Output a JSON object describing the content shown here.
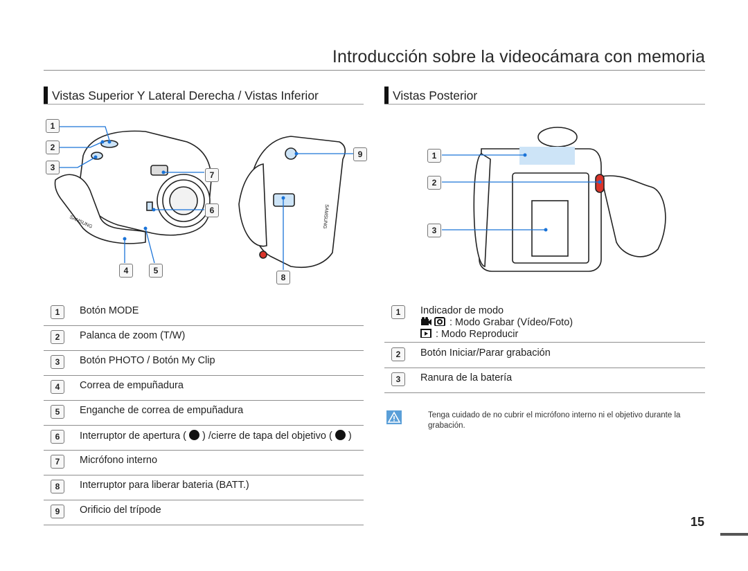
{
  "page_title": "Introducción sobre la videocámara con memoria",
  "left_section": {
    "heading": "Vistas Superior Y Lateral Derecha / Vistas Inferior"
  },
  "right_section": {
    "heading": "Vistas Posterior"
  },
  "callouts_left": [
    "1",
    "2",
    "3",
    "4",
    "5",
    "6",
    "7",
    "8",
    "9"
  ],
  "callouts_right": [
    "1",
    "2",
    "3"
  ],
  "camera_logo_text": "SAMSUNG",
  "left_items": [
    {
      "num": "1",
      "label": "Botón MODE"
    },
    {
      "num": "2",
      "label": "Palanca de zoom (T/W)"
    },
    {
      "num": "3",
      "label": "Botón PHOTO / Botón My Clip"
    },
    {
      "num": "4",
      "label": "Correa de empuñadura"
    },
    {
      "num": "5",
      "label": "Enganche de correa de empuñadura"
    },
    {
      "num": "6",
      "label_a": "Interruptor de apertura (",
      "label_b": ") /cierre de tapa del objetivo (",
      "label_c": ")"
    },
    {
      "num": "7",
      "label": "Micrófono interno"
    },
    {
      "num": "8",
      "label": "Interruptor para liberar bateria (BATT.)"
    },
    {
      "num": "9",
      "label": "Orificio del trípode"
    }
  ],
  "right_items": [
    {
      "num": "1",
      "label": "Indicador de modo",
      "sub1": ": Modo Grabar (Vídeo/Foto)",
      "sub2": ": Modo Reproducir"
    },
    {
      "num": "2",
      "label": "Botón Iniciar/Parar grabación"
    },
    {
      "num": "3",
      "label": "Ranura de la batería"
    }
  ],
  "note": "Tenga cuidado de no cubrir el micrófono interno ni el objetivo durante la grabación.",
  "page_number": "15",
  "colors": {
    "callout_line": "#1a73d8",
    "highlight": "#cde4f7",
    "record_button": "#d9342b"
  }
}
